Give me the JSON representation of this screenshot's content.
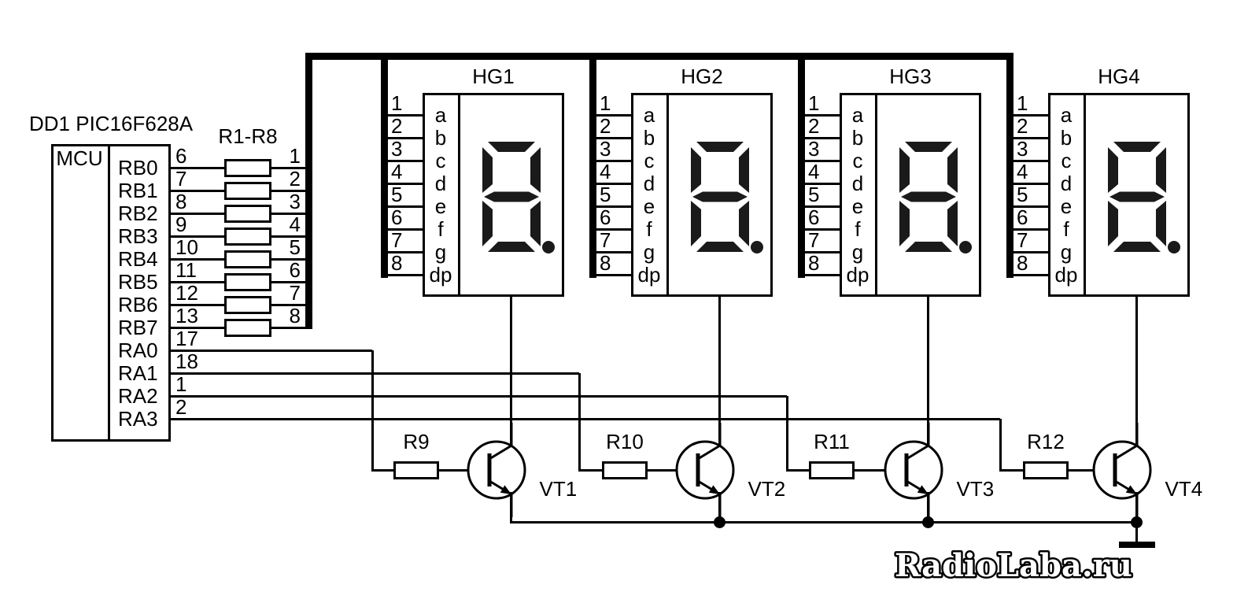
{
  "chip": {
    "designator_label": "DD1 PIC16F628A",
    "block_label": "MCU",
    "pins": [
      {
        "name": "RB0",
        "num": "6"
      },
      {
        "name": "RB1",
        "num": "7"
      },
      {
        "name": "RB2",
        "num": "8"
      },
      {
        "name": "RB3",
        "num": "9"
      },
      {
        "name": "RB4",
        "num": "10"
      },
      {
        "name": "RB5",
        "num": "11"
      },
      {
        "name": "RB6",
        "num": "12"
      },
      {
        "name": "RB7",
        "num": "13"
      },
      {
        "name": "RA0",
        "num": "17"
      },
      {
        "name": "RA1",
        "num": "18"
      },
      {
        "name": "RA2",
        "num": "1"
      },
      {
        "name": "RA3",
        "num": "2"
      }
    ]
  },
  "resistor_bank": {
    "label": "R1-R8",
    "outputs": [
      "1",
      "2",
      "3",
      "4",
      "5",
      "6",
      "7",
      "8"
    ]
  },
  "displays": [
    {
      "name": "HG1",
      "pins": [
        "1",
        "2",
        "3",
        "4",
        "5",
        "6",
        "7",
        "8"
      ],
      "segments": [
        "a",
        "b",
        "c",
        "d",
        "e",
        "f",
        "g",
        "dp"
      ],
      "digit": "8."
    },
    {
      "name": "HG2",
      "pins": [
        "1",
        "2",
        "3",
        "4",
        "5",
        "6",
        "7",
        "8"
      ],
      "segments": [
        "a",
        "b",
        "c",
        "d",
        "e",
        "f",
        "g",
        "dp"
      ],
      "digit": "8."
    },
    {
      "name": "HG3",
      "pins": [
        "1",
        "2",
        "3",
        "4",
        "5",
        "6",
        "7",
        "8"
      ],
      "segments": [
        "a",
        "b",
        "c",
        "d",
        "e",
        "f",
        "g",
        "dp"
      ],
      "digit": "8."
    },
    {
      "name": "HG4",
      "pins": [
        "1",
        "2",
        "3",
        "4",
        "5",
        "6",
        "7",
        "8"
      ],
      "segments": [
        "a",
        "b",
        "c",
        "d",
        "e",
        "f",
        "g",
        "dp"
      ],
      "digit": "8."
    }
  ],
  "drivers": [
    {
      "resistor": "R9",
      "transistor": "VT1"
    },
    {
      "resistor": "R10",
      "transistor": "VT2"
    },
    {
      "resistor": "R11",
      "transistor": "VT3"
    },
    {
      "resistor": "R12",
      "transistor": "VT4"
    }
  ],
  "watermark": "RadioLaba.ru",
  "colors": {
    "line": "#000000",
    "background": "#ffffff",
    "segment_on": "#1a1a1a"
  }
}
